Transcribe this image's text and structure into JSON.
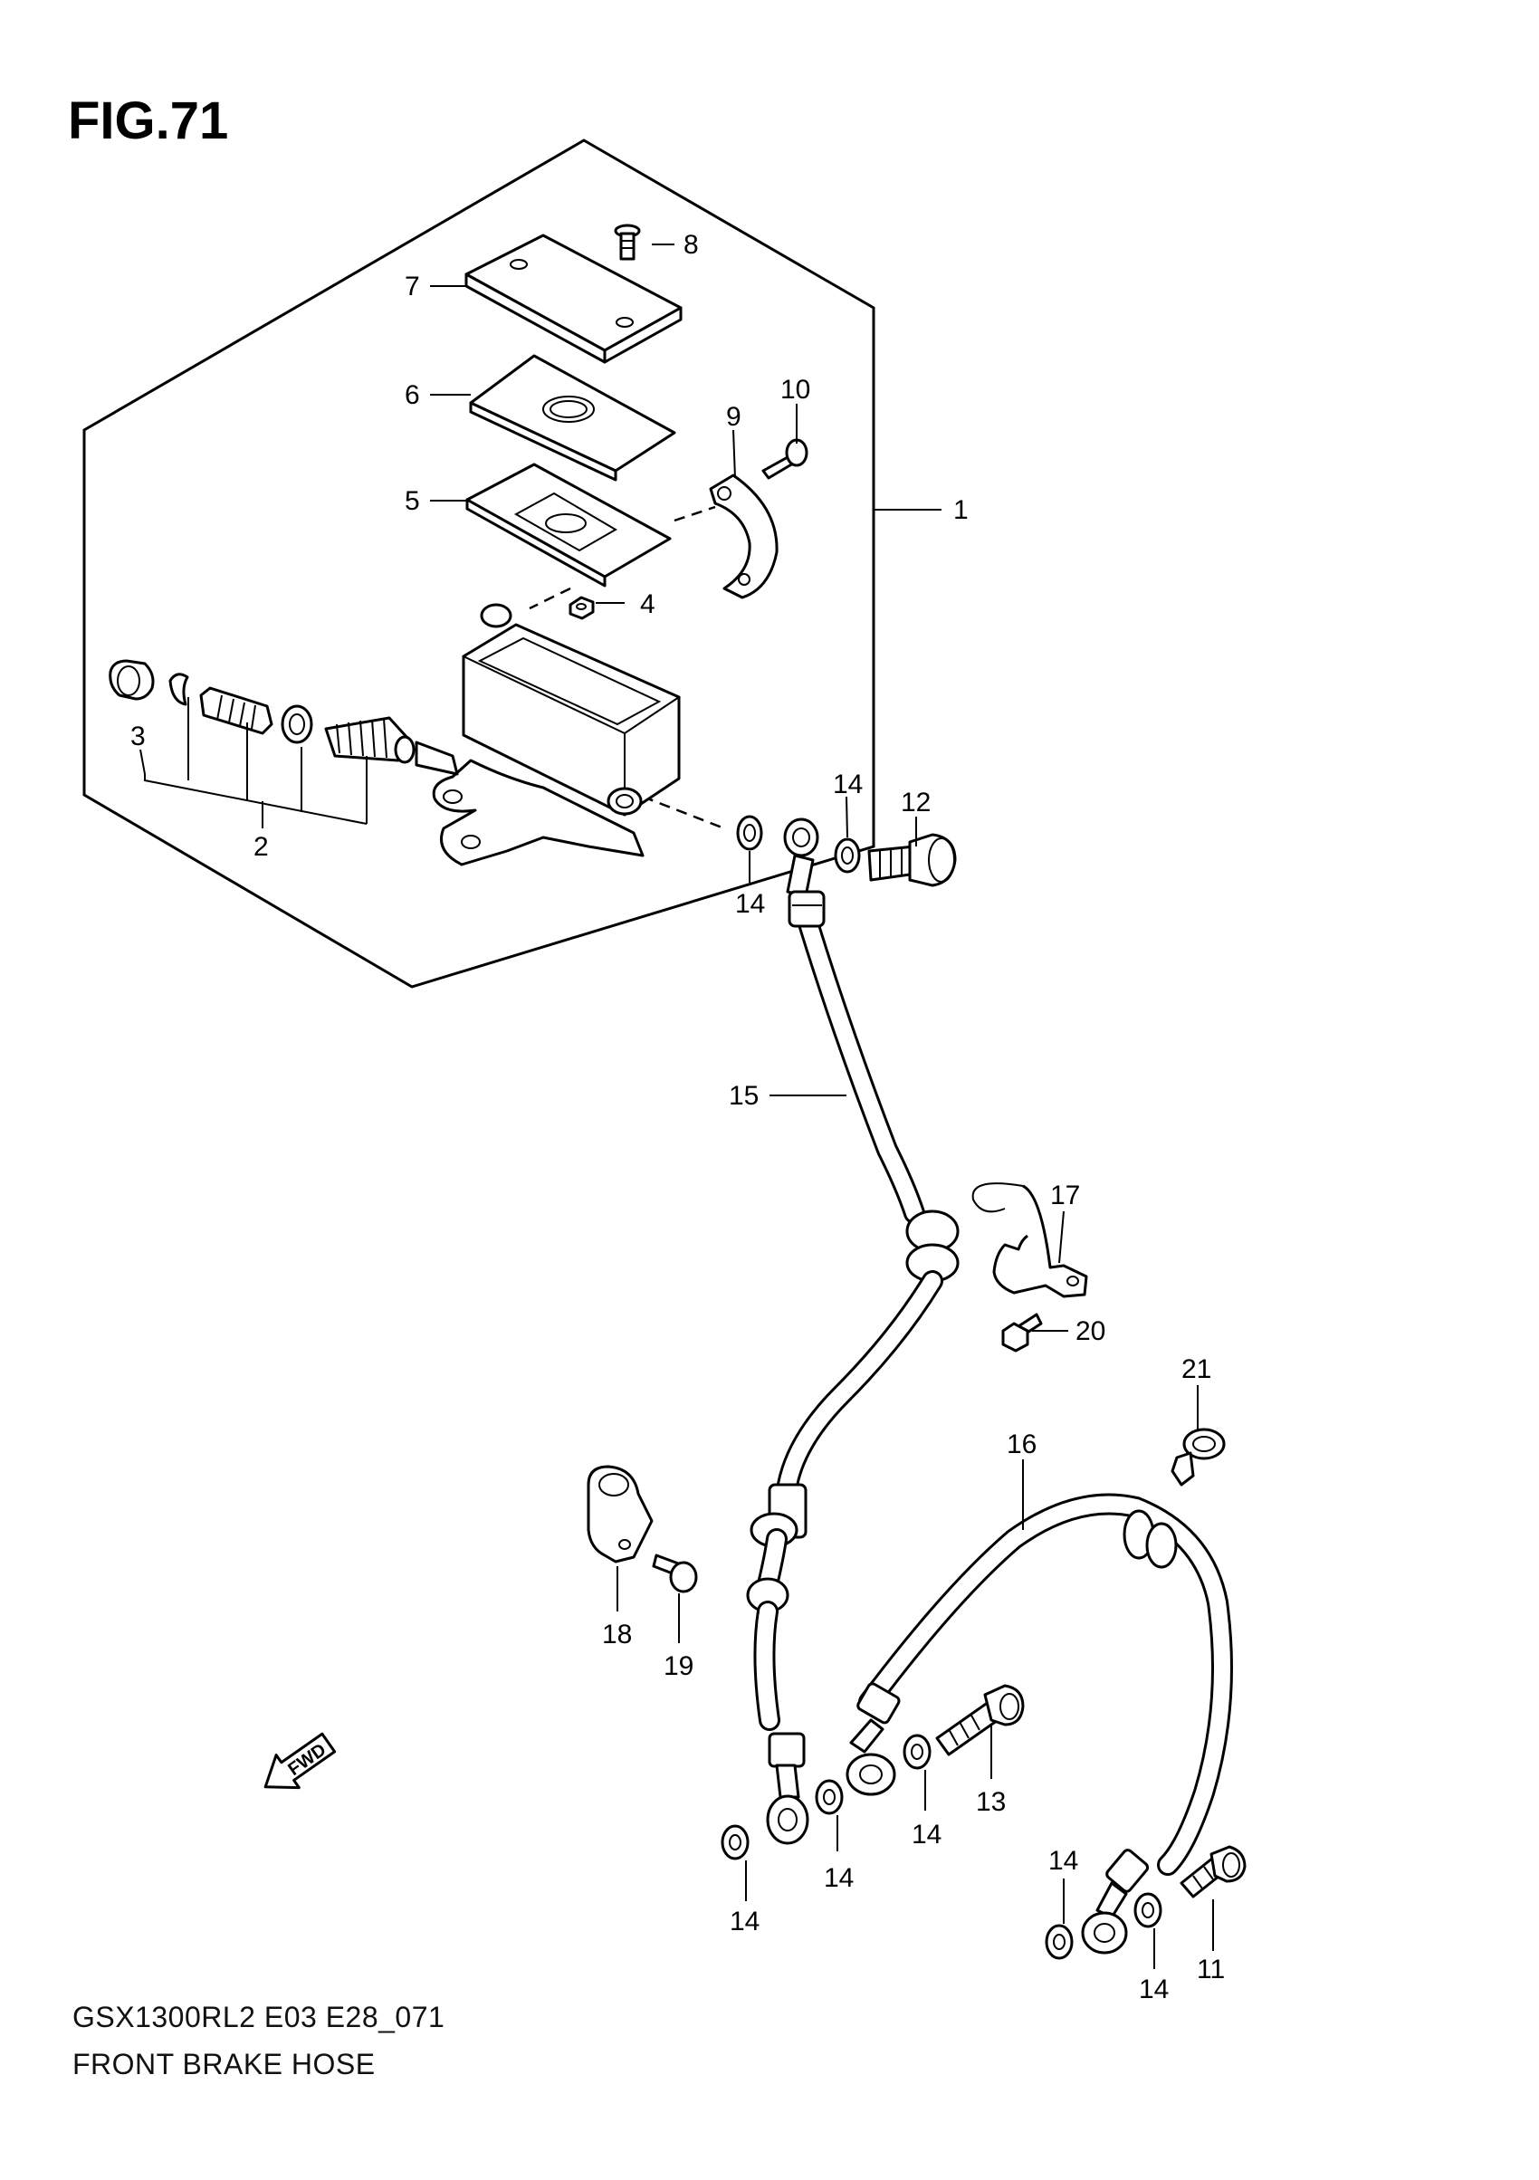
{
  "figure": {
    "title": "FIG.71",
    "model_code": "GSX1300RL2 E03 E28_071",
    "name": "FRONT BRAKE HOSE"
  },
  "fwd_label": "FWD",
  "callouts": {
    "c1": "1",
    "c2": "2",
    "c3": "3",
    "c4": "4",
    "c5": "5",
    "c6": "6",
    "c7": "7",
    "c8": "8",
    "c9": "9",
    "c10": "10",
    "c11": "11",
    "c12": "12",
    "c13": "13",
    "c14a": "14",
    "c14b": "14",
    "c14c": "14",
    "c14d": "14",
    "c14e": "14",
    "c14f": "14",
    "c14g": "14",
    "c15": "15",
    "c16": "16",
    "c17": "17",
    "c18": "18",
    "c19": "19",
    "c20": "20",
    "c21": "21"
  }
}
